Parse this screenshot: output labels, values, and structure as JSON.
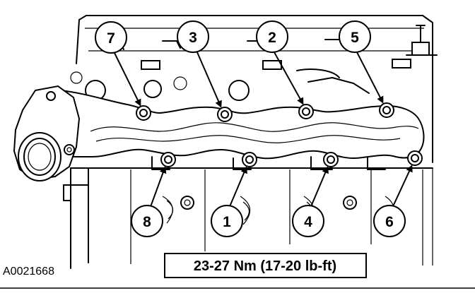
{
  "figure": {
    "figure_id": "A0021668",
    "torque_spec": "23-27 Nm (17-20 lb-ft)"
  },
  "callouts": [
    {
      "label": "7"
    },
    {
      "label": "3"
    },
    {
      "label": "2"
    },
    {
      "label": "5"
    },
    {
      "label": "8"
    },
    {
      "label": "1"
    },
    {
      "label": "4"
    },
    {
      "label": "6"
    }
  ],
  "colors": {
    "line": "#000000",
    "background": "#ffffff",
    "manifold_fill": "#ffffff"
  }
}
